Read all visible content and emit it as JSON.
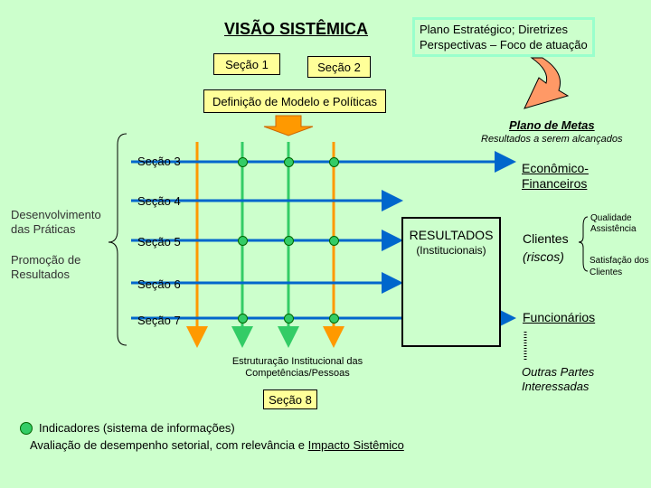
{
  "header": {
    "title": "VISÃO SISTÊMICA",
    "strategic_line1": "Plano Estratégico; Diretrizes",
    "strategic_line2": "Perspectivas – Foco de atuação",
    "section1": "Seção 1",
    "section2": "Seção 2",
    "model_definition": "Definição de Modelo e Políticas"
  },
  "plan": {
    "title": "Plano de Metas",
    "subtitle": "Resultados a serem alcançados"
  },
  "left": {
    "practices": "Desenvolvimento das Práticas",
    "promotion": "Promoção de Resultados"
  },
  "sections": {
    "s3": "Seção 3",
    "s4": "Seção 4",
    "s5": "Seção 5",
    "s6": "Seção 6",
    "s7": "Seção 7",
    "s8": "Seção 8"
  },
  "results": {
    "title": "RESULTADOS",
    "subtitle": "(Institucionais)"
  },
  "right": {
    "economic": "Econômico-Financeiros",
    "clients": "Clientes",
    "risks": "(riscos)",
    "quality": "Qualidade Assistência",
    "satisfaction": "Satisfação dos Clientes",
    "employees": "Funcionários",
    "others": "Outras Partes Interessadas"
  },
  "bottom": {
    "structuring": "Estruturação Institucional das Competências/Pessoas",
    "indicators": "Indicadores (sistema de informações)",
    "evaluation_prefix": "Avaliação de desempenho setorial, com relevância e ",
    "evaluation_link": "Impacto Sistêmico"
  },
  "colors": {
    "background": "#ccffcc",
    "box_fill": "#ffff99",
    "blue_arrow": "#0066cc",
    "orange_arrow": "#ff9900",
    "green_arrow": "#33cc66",
    "dot": "#33cc66"
  }
}
